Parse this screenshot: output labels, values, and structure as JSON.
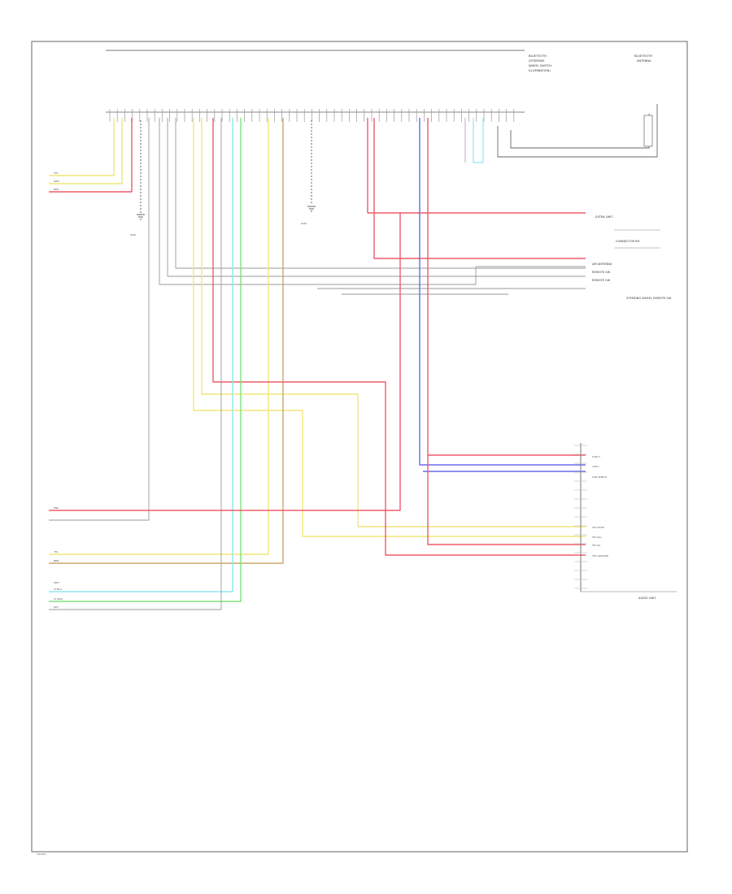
{
  "header_right": {
    "left_block": [
      "BLUETOOTH",
      "(STEERING",
      "WHEEL SWITCH",
      "ILLUMINATION)"
    ],
    "right_block": [
      "BLUETOOTH",
      "ANTENNA"
    ]
  },
  "footer": {
    "page_ref": "TOYOTA"
  },
  "right_labels": [
    "EXTRA UNIT",
    "CONNECTOR RH",
    "AM ANTENNA",
    "REMOTE SW",
    "REMOTE SW",
    "STEERING WHEEL REMOTE SW",
    "AUDIO UNIT"
  ],
  "left_wire_labels": [
    "YEL",
    "GRN",
    "RED",
    "PNK",
    "YEL",
    "BRN",
    "WHT",
    "LT BLU",
    "LT GRN",
    "GRY"
  ],
  "audio_pins": [
    "CAN H",
    "CAN L",
    "CAN SHIELD",
    "TEL MUTE",
    "TEL IN+",
    "TEL IN-",
    "TEL GROUND"
  ],
  "ground_labels": [
    "GND",
    "GND"
  ],
  "colors": {
    "red": "#ee5b6a",
    "yellow": "#f1e67a",
    "green": "#7ee07a",
    "cyan": "#8fe7ef",
    "blue": "#6a6aee",
    "tan": "#c9a96a",
    "gray": "#8a8a8a",
    "frame": "#444444"
  }
}
